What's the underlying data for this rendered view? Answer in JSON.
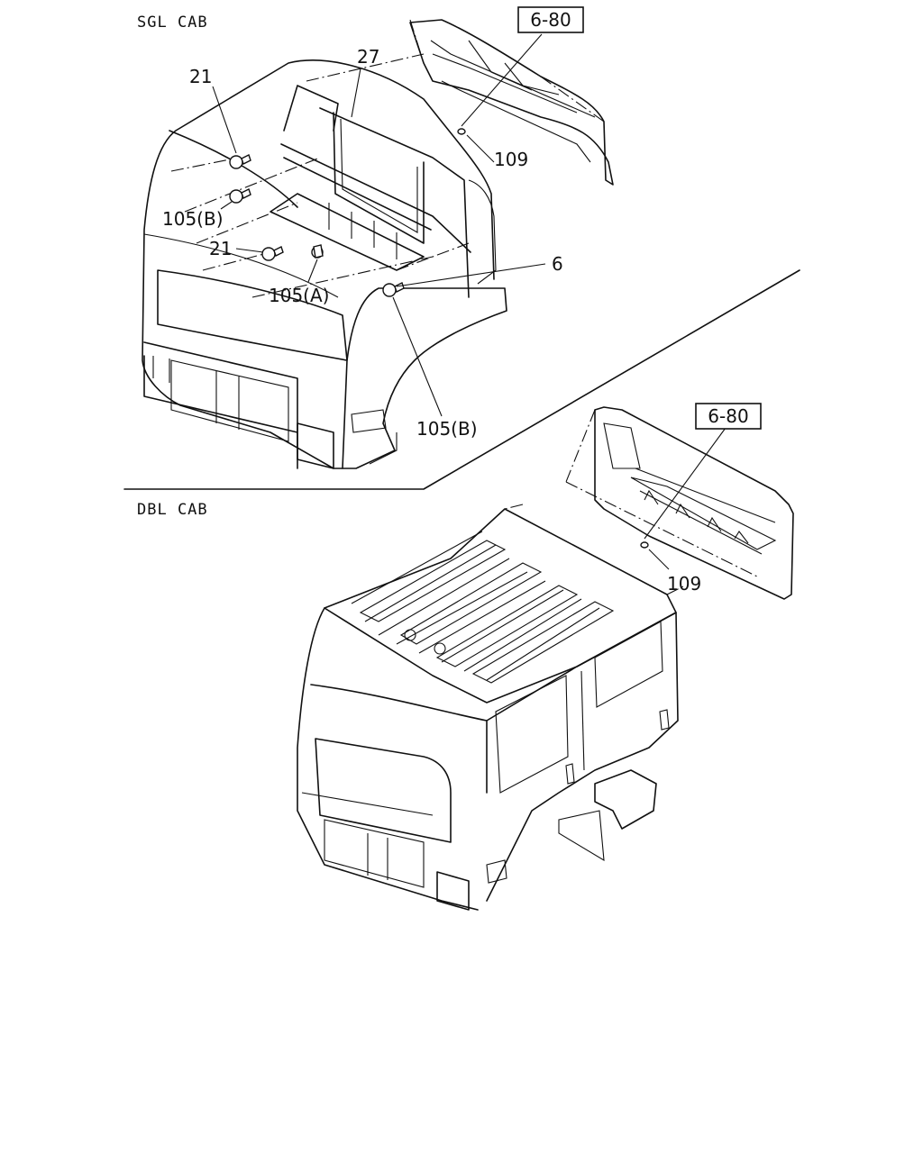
{
  "sections": {
    "single": "SGL CAB",
    "double": "DBL CAB"
  },
  "labels": {
    "ref_upper": "6-80",
    "ref_lower": "6-80",
    "p21_top": "21",
    "p27": "27",
    "p109_top": "109",
    "p105b_left": "105(B)",
    "p21_mid": "21",
    "p105a": "105(A)",
    "p6": "6",
    "p105b_bottom": "105(B)",
    "p109_bottom": "109"
  }
}
